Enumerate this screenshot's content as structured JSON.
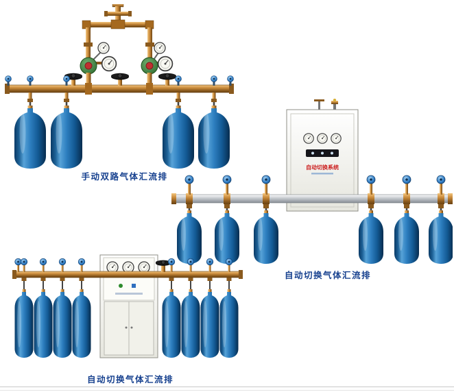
{
  "page": {
    "background": "#ffffff"
  },
  "products": [
    {
      "caption": "手动双路气体汇流排",
      "cylinder_count": 4,
      "gauge_count": 4,
      "handwheel_valve_count": 3
    },
    {
      "caption": "自动切换气体汇流排",
      "cabinet_label": "自动切换系统",
      "cylinder_count": 6,
      "gauge_count": 3
    },
    {
      "caption": "自动切换气体汇流排",
      "cylinder_count": 8,
      "gauge_count": 3
    }
  ],
  "colors": {
    "caption_text": "#17418f",
    "cylinder_blue": "#1a6bae",
    "brass": "#b87a2e",
    "silver_pipe": "#b9bec4",
    "cabinet": "#f2f2ec",
    "cabinet_label_red": "#cc2020",
    "regulator_green": "#3a7d3a",
    "valve_black": "#111111",
    "blue_cap": "#2f7cc4"
  }
}
